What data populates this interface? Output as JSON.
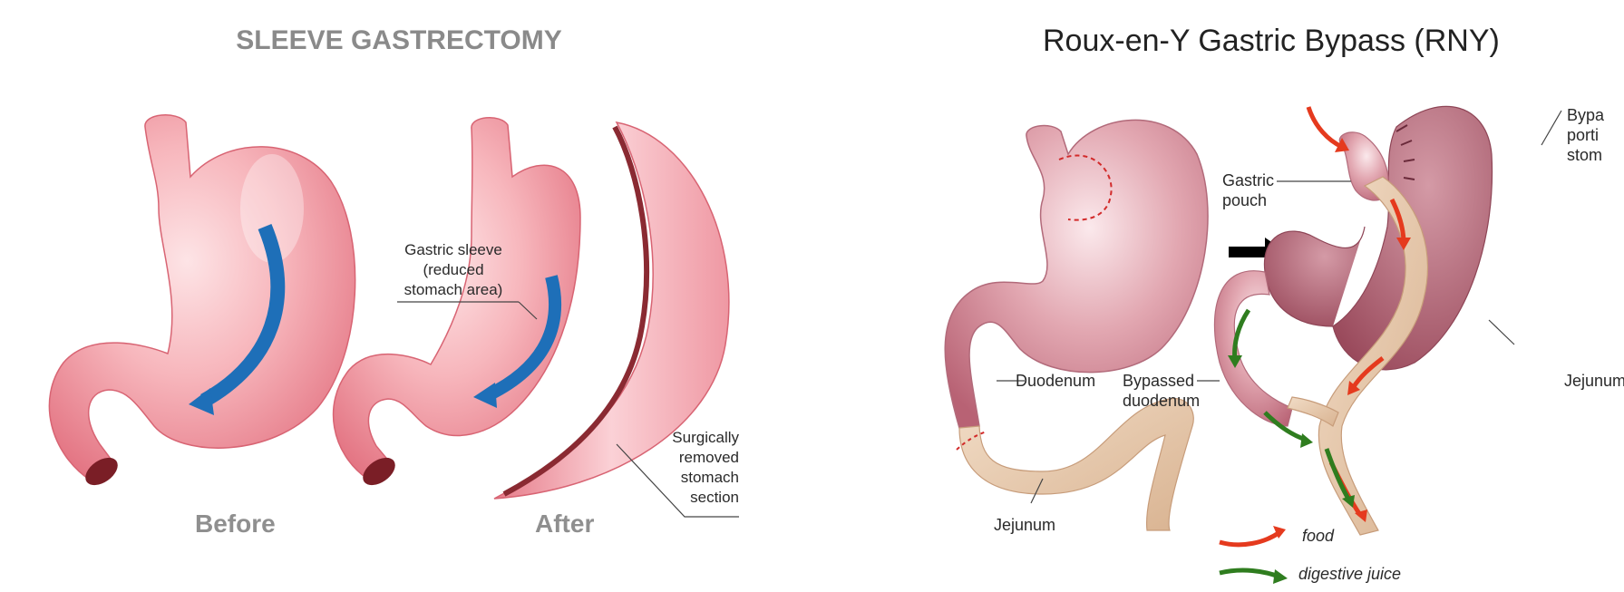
{
  "left": {
    "title": "SLEEVE GASTRECTOMY",
    "before_label": "Before",
    "after_label": "After",
    "gastric_sleeve_label": {
      "line1": "Gastric sleeve",
      "line2": "(reduced",
      "line3": "stomach area)"
    },
    "removed_label": {
      "line1": "Surgically",
      "line2": "removed",
      "line3": "stomach",
      "line4": "section"
    }
  },
  "right": {
    "title": "Roux-en-Y Gastric Bypass (RNY)",
    "duodenum_label": "Duodenum",
    "jejunum_left_label": "Jejunum",
    "gastric_pouch_label": {
      "line1": "Gastric",
      "line2": "pouch"
    },
    "bypassed_duodenum_label": {
      "line1": "Bypassed",
      "line2": "duodenum"
    },
    "bypassed_portion_label": {
      "line1": "Bypa",
      "line2": "porti",
      "line3": "stom"
    },
    "jejunum_right_label": "Jejunum",
    "legend": {
      "food": "food",
      "digestive_juice": "digestive juice"
    }
  },
  "colors": {
    "stomach_pink": "#f3a3ab",
    "stomach_dark": "#e0707e",
    "stomach_mauve": "#c9808f",
    "bypassed_mauve": "#a95a6c",
    "jejunum_tan": "#e3c3a4",
    "blue_arrow": "#1e6fb8",
    "food_red": "#e53a1e",
    "juice_green": "#2f7d1f",
    "incision_red": "#d22a2a"
  }
}
